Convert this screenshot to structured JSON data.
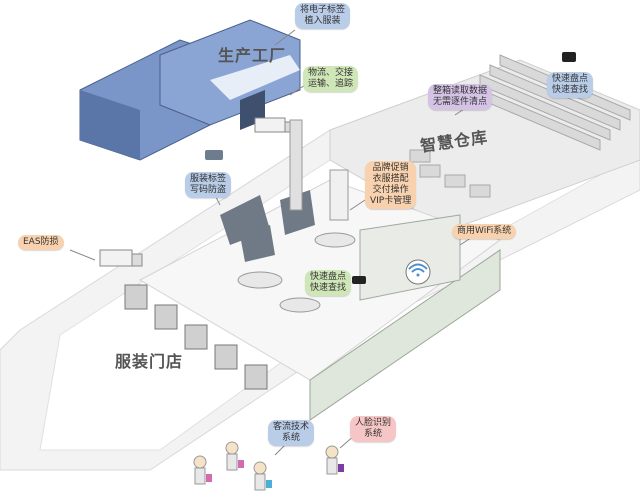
{
  "labels": {
    "factory": "生产工厂",
    "warehouse": "智慧仓库",
    "store": "服装门店"
  },
  "callouts": {
    "rfid_tag": "将电子标签\n植入服装",
    "logistics": "物流、交接\n运输、追踪",
    "warehouse_read": "整箱读取数据\n无需逐件清点",
    "quick_check_top": "快速盘点\n快速查找",
    "tag_write": "服装标签\n写码防盗",
    "promo": "品牌促销\n衣服搭配\n交付操作\nVIP卡管理",
    "wifi": "商用WiFi系统",
    "eas": "EAS防损",
    "quick_check_mid": "快速盘点\n快速查找",
    "traffic": "客流技术\n系统",
    "face": "人脸识别\n系统"
  },
  "colors": {
    "blue": "#b9cde9",
    "green": "#cfe6b8",
    "purple": "#d5c3e6",
    "orange": "#f8d2ae",
    "pink": "#f6c5c5",
    "building": "#6f8fc4",
    "road": "#e6e6e6"
  }
}
